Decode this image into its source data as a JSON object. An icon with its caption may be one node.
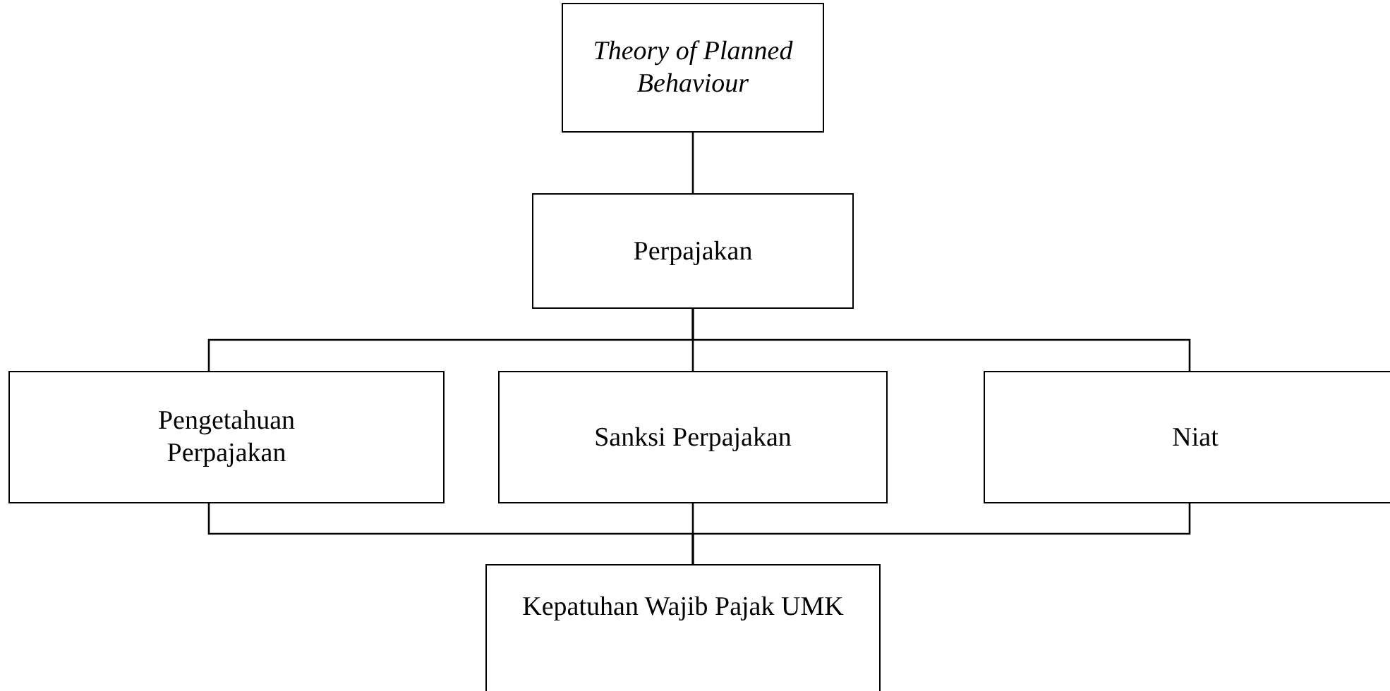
{
  "diagram": {
    "nodes": [
      {
        "text": [
          "Theory of Planned Behaviour"
        ]
      },
      {
        "text": [
          "Perpajakan"
        ]
      },
      {
        "text": [
          "Pengetahuan Perpajakan"
        ]
      },
      {
        "text": [
          "Sanksi Perpajakan"
        ]
      },
      {
        "text": [
          "Niat"
        ]
      },
      {
        "text": [
          "Kepatuhan Wajib Pajak UMK"
        ]
      }
    ],
    "edges": [
      {
        "from": 0,
        "to": 1,
        "arrow": "none"
      },
      {
        "from": 1,
        "to": 2,
        "arrow": "none"
      },
      {
        "from": 1,
        "to": 3,
        "arrow": "none"
      },
      {
        "from": 1,
        "to": 4,
        "arrow": "none"
      },
      {
        "from": 2,
        "to": 5,
        "arrow": "none"
      },
      {
        "from": 3,
        "to": 5,
        "arrow": "none"
      },
      {
        "from": 4,
        "to": 5,
        "arrow": "none"
      }
    ]
  }
}
